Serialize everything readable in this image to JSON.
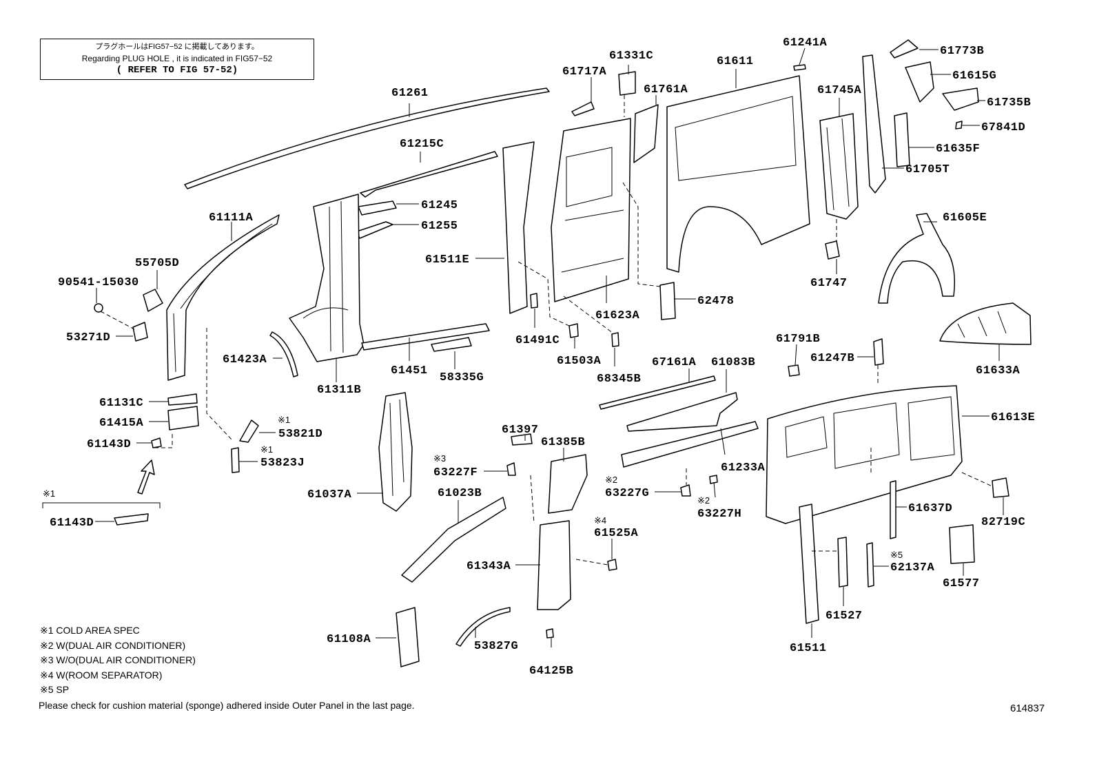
{
  "note": {
    "line_jp": "プラグホールはFIG57−52 に掲載してあります。",
    "line_en": "Regarding PLUG HOLE , it is indicated in FIG57−52",
    "line_ref": "( REFER TO FIG 57-52)"
  },
  "part_labels": [
    "61261",
    "61215C",
    "61245",
    "61255",
    "61111A",
    "55705D",
    "90541-15030",
    "53271D",
    "61423A",
    "61311B",
    "61451",
    "58335G",
    "61131C",
    "61415A",
    "61143D",
    "53821D",
    "53823J",
    "61143D",
    "61037A",
    "61023B",
    "61108A",
    "53827G",
    "61343A",
    "63227F",
    "61397",
    "61385B",
    "61525A",
    "64125B",
    "61717A",
    "61331C",
    "61761A",
    "61611",
    "61241A",
    "61511E",
    "61491C",
    "61503A",
    "68345B",
    "61623A",
    "62478",
    "67161A",
    "61083B",
    "61233A",
    "63227G",
    "63227H",
    "61745A",
    "61747",
    "61773B",
    "61615G",
    "61735B",
    "67841D",
    "61635F",
    "61705T",
    "61605E",
    "61633A",
    "61791B",
    "61247B",
    "61613E",
    "61637D",
    "82719C",
    "61577",
    "62137A",
    "61527",
    "61511"
  ],
  "condition_marks": {
    "m1": "※1",
    "m2": "※2",
    "m3": "※3",
    "m4": "※4",
    "m5": "※5"
  },
  "legend": [
    "※1 COLD AREA SPEC",
    "※2 W(DUAL AIR CONDITIONER)",
    "※3 W/O(DUAL AIR CONDITIONER)",
    "※4 W(ROOM SEPARATOR)",
    "※5 SP"
  ],
  "footnote": "Please check for cushion material (sponge) adhered inside Outer Panel in the last page.",
  "page_code": "614837"
}
